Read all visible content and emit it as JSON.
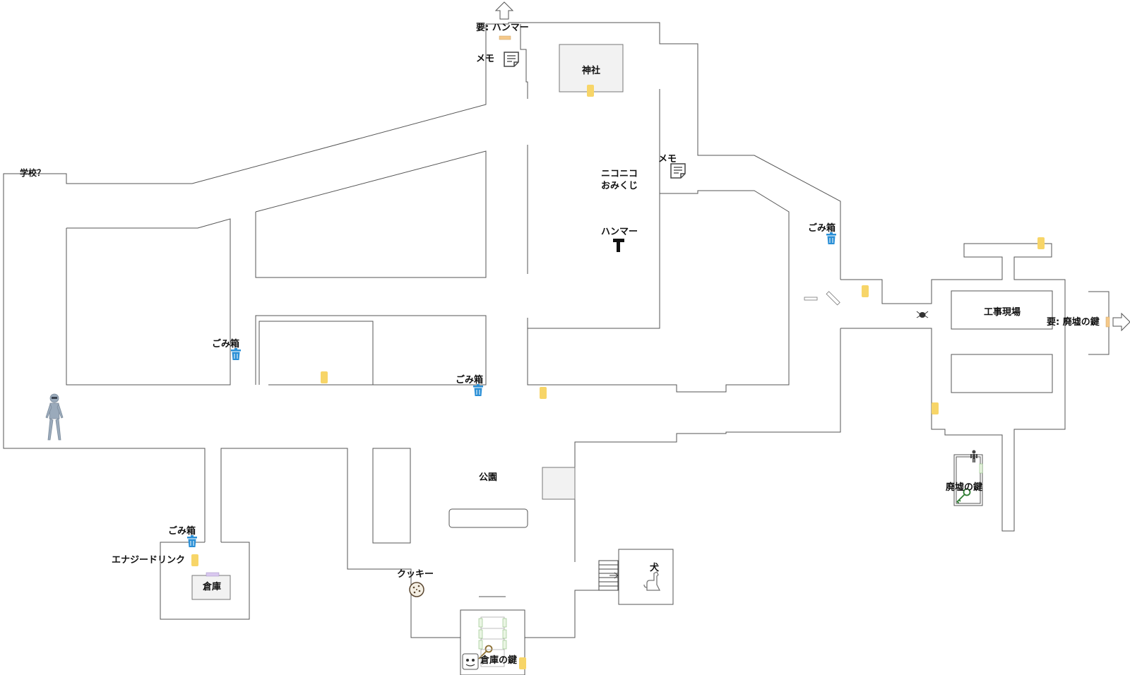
{
  "colors": {
    "wall": "#555555",
    "item": "#f7d568",
    "trash": "#2a8fd6",
    "key": "#2e7d32",
    "door": "#f5c98a"
  },
  "labels": {
    "hammer_req_top": "要: ハンマー",
    "memo_top": "メモ",
    "shrine": "神社",
    "memo_right": "メモ",
    "omikuji_1": "ニコニコ",
    "omikuji_2": "おみくじ",
    "hammer": "ハンマー",
    "school": "学校？",
    "trash_1": "ごみ箱",
    "trash_2": "ごみ箱",
    "trash_3": "ごみ箱",
    "trash_4": "ごみ箱",
    "construction": "工事現場",
    "ruins_key_req": "要: 廃墟の鍵",
    "ruins_key": "廃墟の鍵",
    "park": "公園",
    "energy_drink": "エナジードリンク",
    "warehouse": "倉庫",
    "cookie": "クッキー",
    "dog": "犬",
    "warehouse_key": "倉庫の鍵"
  },
  "icons": {
    "arrow_up": "arrow-up-icon",
    "arrow_right": "arrow-right-icon",
    "memo": "memo-icon",
    "hammer": "hammer-icon",
    "trash": "trash-can-icon",
    "key": "key-icon",
    "spider": "spider-icon",
    "dog": "dog-icon",
    "monster": "monster-icon",
    "person": "person-icon",
    "cookie": "cookie-icon",
    "stairs": "stairs-icon"
  }
}
